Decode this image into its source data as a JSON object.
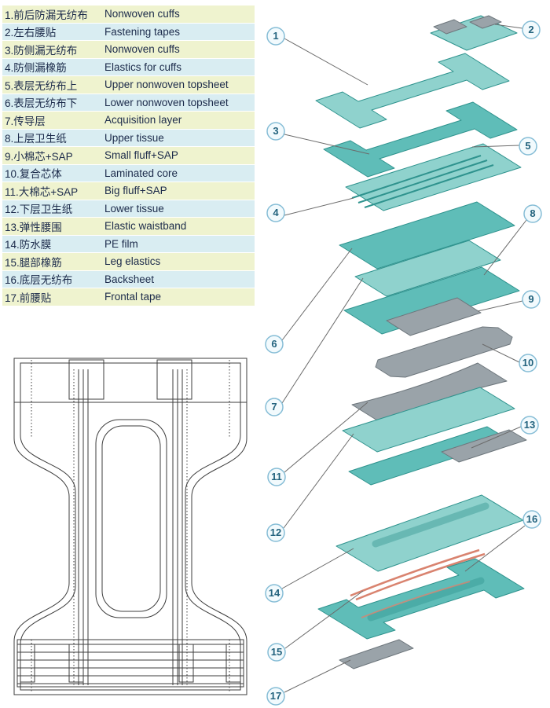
{
  "legend": {
    "rows": [
      {
        "zh": "1.前后防漏无纺布",
        "en": "Nonwoven cuffs"
      },
      {
        "zh": "2.左右腰贴",
        "en": "Fastening tapes"
      },
      {
        "zh": "3.防侧漏无纺布",
        "en": "Nonwoven cuffs"
      },
      {
        "zh": "4.防侧漏橡筋",
        "en": "Elastics for cuffs"
      },
      {
        "zh": "5.表层无纺布上",
        "en": "Upper nonwoven topsheet"
      },
      {
        "zh": "6.表层无纺布下",
        "en": "Lower nonwoven topsheet"
      },
      {
        "zh": "7.传导层",
        "en": "Acquisition layer"
      },
      {
        "zh": "8.上层卫生纸",
        "en": "Upper tissue"
      },
      {
        "zh": "9.小棉芯+SAP",
        "en": "Small fluff+SAP"
      },
      {
        "zh": "10.复合芯体",
        "en": "Laminated core"
      },
      {
        "zh": "11.大棉芯+SAP",
        "en": "Big fluff+SAP"
      },
      {
        "zh": "12.下层卫生纸",
        "en": "Lower tissue"
      },
      {
        "zh": "13.弹性腰围",
        "en": "Elastic waistband"
      },
      {
        "zh": "14.防水膜",
        "en": "PE film"
      },
      {
        "zh": "15.腿部橡筋",
        "en": "Leg elastics"
      },
      {
        "zh": "16.底层无纺布",
        "en": "Backsheet"
      },
      {
        "zh": "17.前腰贴",
        "en": "Frontal tape"
      }
    ],
    "colors": {
      "row_odd": "#eff3cf",
      "row_even": "#d9edf2",
      "text": "#1b2a4a"
    }
  },
  "callouts": {
    "labels": [
      "1",
      "2",
      "3",
      "4",
      "5",
      "6",
      "7",
      "8",
      "9",
      "10",
      "11",
      "12",
      "13",
      "14",
      "15",
      "16",
      "17"
    ]
  },
  "diagram_colors": {
    "teal": "#5fbdb8",
    "teal_light": "#8fd2cd",
    "teal_dark": "#2f938e",
    "gray": "#9aa3a9",
    "gray_dark": "#6d767c",
    "red": "#d9836f",
    "line": "#6b6b6b",
    "callout_fill": "#f2fafd",
    "callout_stroke": "#86bdd6",
    "callout_text": "#23637e"
  }
}
